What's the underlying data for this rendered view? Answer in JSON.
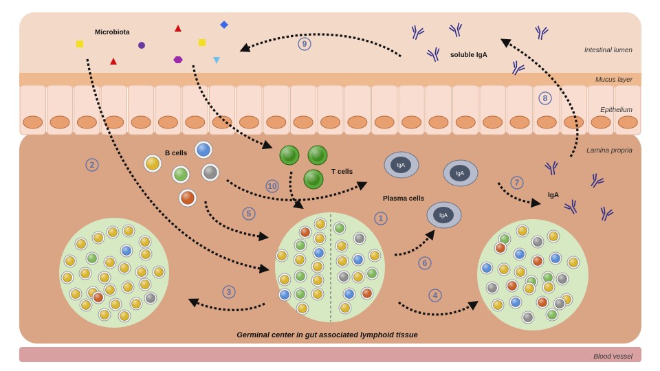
{
  "layers": {
    "lumen": "Intestinal lumen",
    "mucus": "Mucus layer",
    "epithelium": "Epithelium",
    "lamina": "Lamina propria",
    "blood": "Blood vessel"
  },
  "labels": {
    "microbiota": "Microbiota",
    "soluble_iga": "soluble IgA",
    "b_cells": "B cells",
    "t_cells": "T cells",
    "plasma_cells": "Plasma cells",
    "iga": "IgA",
    "germinal_center": "Germinal center in gut associated lymphoid tissue"
  },
  "steps": [
    "1",
    "2",
    "3",
    "4",
    "5",
    "6",
    "7",
    "8",
    "9",
    "10"
  ],
  "colors": {
    "lumen": "#f3d9c8",
    "mucus": "#eeb98e",
    "epithelium_cell": "#f8ddd0",
    "nucleus": "#e8a070",
    "lamina": "#d9a585",
    "blood": "#d8a0a0",
    "germinal": "#d6e9c3",
    "b_yellow": "#d9b530",
    "b_green": "#7fb85a",
    "b_blue": "#5b8ed8",
    "b_gray": "#8e8e8e",
    "b_orange": "#c9602a",
    "t_cell": "#3e8a1e",
    "plasma": "#4a5468",
    "step_color": "#5b6ea8"
  }
}
